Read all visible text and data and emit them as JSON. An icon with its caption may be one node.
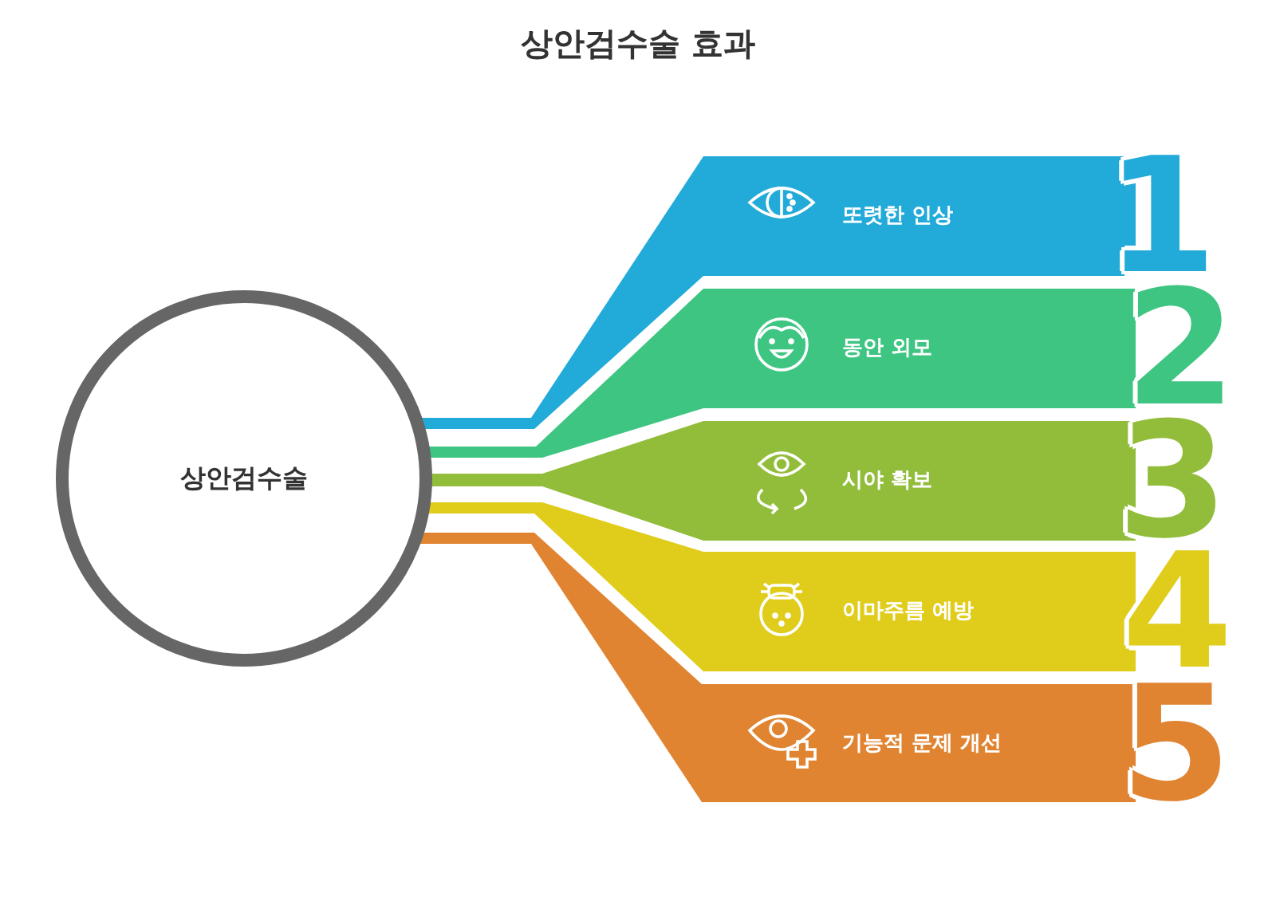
{
  "diagram": {
    "title": "상안검수술 효과",
    "nodes": [
      {
        "text": [
          "상안검수술"
        ]
      },
      {
        "text": [
          "또렷한 인상",
          "1"
        ]
      },
      {
        "text": [
          "동안 외모",
          "2"
        ]
      },
      {
        "text": [
          "시야 확보",
          "3"
        ]
      },
      {
        "text": [
          "이마주름 예방",
          "4"
        ]
      },
      {
        "text": [
          "기능적 문제 개선",
          "5"
        ]
      }
    ],
    "edges": [
      {
        "from": 0,
        "to": 1,
        "arrow": "none",
        "color": "#22aad9"
      },
      {
        "from": 0,
        "to": 2,
        "arrow": "none",
        "color": "#3ec582"
      },
      {
        "from": 0,
        "to": 3,
        "arrow": "none",
        "color": "#92bd3b"
      },
      {
        "from": 0,
        "to": 4,
        "arrow": "none",
        "color": "#e0cc1a"
      },
      {
        "from": 0,
        "to": 5,
        "arrow": "none",
        "color": "#e08431"
      }
    ]
  }
}
